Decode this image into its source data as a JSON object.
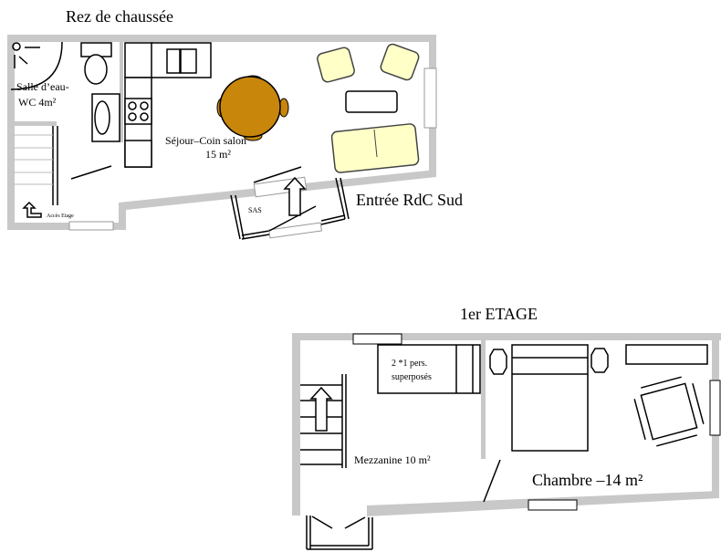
{
  "ground_floor": {
    "title": "Rez de chaussée",
    "bathroom_label_1": "Salle d’eau-",
    "bathroom_label_2": "WC  4m²",
    "living_label_1": "Séjour–Coin salon",
    "living_label_2": "15 m²",
    "airlock_label": "SAS",
    "stairs_label": "Accès Etage",
    "entrance_label": "Entrée RdC Sud"
  },
  "first_floor": {
    "title": "1er ETAGE",
    "bunk_label_1": "2 *1 pers.",
    "bunk_label_2": "superposés",
    "mezzanine_label": "Mezzanine 10 m²",
    "bedroom_label": "Chambre –14 m²"
  },
  "colors": {
    "wall": "#c8c8c8",
    "table": "#c8860a",
    "sofa": "#ffffc8"
  }
}
